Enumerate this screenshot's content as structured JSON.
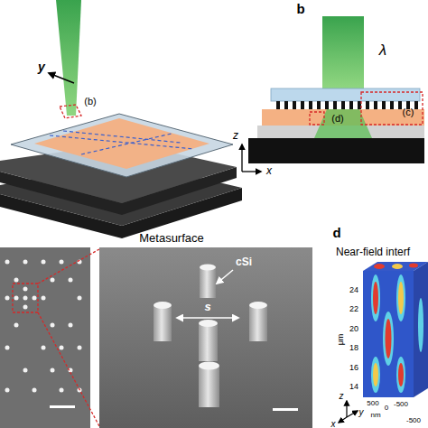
{
  "diagram": {
    "labels": [
      "y",
      "(b)",
      "b",
      "λ",
      "(c)",
      "(d)",
      "z",
      "x",
      "Metasurface",
      "cSi",
      "s",
      "d",
      "Near-field interf",
      "24",
      "22",
      "20",
      "18",
      "16",
      "14",
      "μm",
      "500",
      "nm",
      "0",
      "-500",
      "-500",
      "z",
      "y",
      "x"
    ]
  }
}
